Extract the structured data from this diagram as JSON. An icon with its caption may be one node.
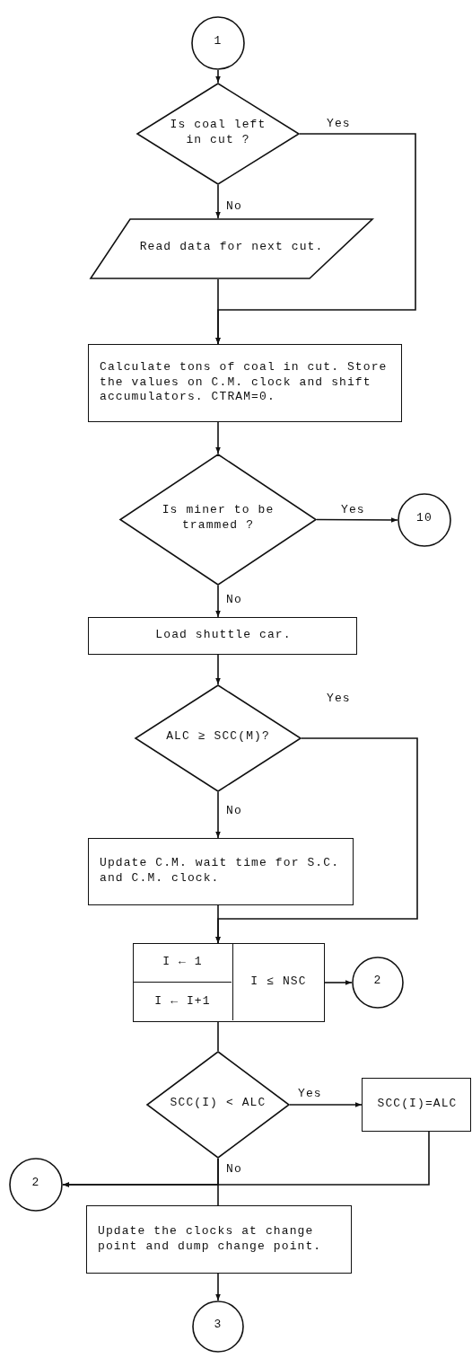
{
  "diagram": {
    "nodes": [
      {
        "text": [
          "1"
        ]
      },
      {
        "text": [
          "Is coal left in cut ?"
        ]
      },
      {
        "text": [
          "Read data for next cut."
        ]
      },
      {
        "text": [
          "Calculate tons of coal in cut. Store the values on C.M. clock and shift accumulators. CTRAM=0."
        ]
      },
      {
        "text": [
          "Is miner to be trammed ?"
        ]
      },
      {
        "text": [
          "10"
        ]
      },
      {
        "text": [
          "Load shuttle car."
        ]
      },
      {
        "text": [
          "ALC ≥ SCC(M)?"
        ]
      },
      {
        "text": [
          "Update C.M. wait time for S.C. and C.M. clock."
        ]
      },
      {
        "text": [
          "I ← 1",
          "I ← I+1",
          "I ≤ NSC"
        ]
      },
      {
        "text": [
          "2"
        ]
      },
      {
        "text": [
          "SCC(I) < ALC"
        ]
      },
      {
        "text": [
          "SCC(I)=ALC"
        ]
      },
      {
        "text": [
          "2"
        ]
      },
      {
        "text": [
          "Update the clocks at change point and dump change point."
        ]
      },
      {
        "text": [
          "3"
        ]
      }
    ],
    "edges": [
      {
        "from": 0,
        "to": 1,
        "arrow": "to"
      },
      {
        "from": 1,
        "to": 2,
        "arrow": "to",
        "label": "No"
      },
      {
        "from": 1,
        "to": 3,
        "arrow": "to",
        "label": "Yes"
      },
      {
        "from": 2,
        "to": 3,
        "arrow": "to"
      },
      {
        "from": 3,
        "to": 4,
        "arrow": "to"
      },
      {
        "from": 4,
        "to": 5,
        "arrow": "to",
        "label": "Yes"
      },
      {
        "from": 4,
        "to": 6,
        "arrow": "to",
        "label": "No"
      },
      {
        "from": 6,
        "to": 7,
        "arrow": "to"
      },
      {
        "from": 7,
        "to": 8,
        "arrow": "to",
        "label": "No"
      },
      {
        "from": 7,
        "to": 9,
        "arrow": "to",
        "label": "Yes"
      },
      {
        "from": 8,
        "to": 9,
        "arrow": "to"
      },
      {
        "from": 9,
        "to": 10,
        "arrow": "to"
      },
      {
        "from": 9,
        "to": 11,
        "arrow": "none"
      },
      {
        "from": 11,
        "to": 12,
        "arrow": "to",
        "label": "Yes"
      },
      {
        "from": 11,
        "to": 13,
        "arrow": "to",
        "label": "No"
      },
      {
        "from": 12,
        "to": 13,
        "arrow": "to"
      },
      {
        "from": 11,
        "to": 14,
        "arrow": "none"
      },
      {
        "from": 14,
        "to": 15,
        "arrow": "to"
      }
    ]
  }
}
